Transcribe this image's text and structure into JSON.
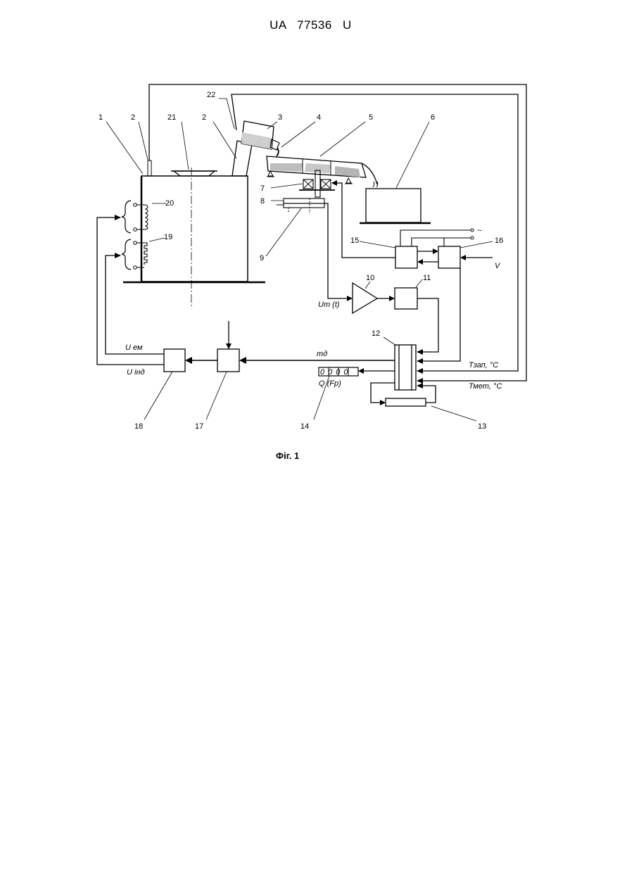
{
  "header": {
    "doc_number": "UA 77536 U"
  },
  "figure": {
    "caption": "Фіг. 1",
    "labels": {
      "n1": "1",
      "n2a": "2",
      "n21": "21",
      "n2b": "2",
      "n22": "22",
      "n3": "3",
      "n4": "4",
      "n5": "5",
      "n6": "6",
      "n7": "7",
      "n8": "8",
      "n9": "9",
      "n10": "10",
      "n11": "11",
      "n12": "12",
      "n13": "13",
      "n14": "14",
      "n15": "15",
      "n16": "16",
      "n17": "17",
      "n18": "18",
      "n19": "19",
      "n20": "20"
    },
    "signals": {
      "um": "Um (t)",
      "v": "V",
      "mass": "mд",
      "t_zap": "Тзап, °С",
      "t_met": "Тмет, °С",
      "u_em": "U ем",
      "u_ind": "U інд",
      "q": "Q (Fр)",
      "display": "0000",
      "phase": "~"
    }
  }
}
